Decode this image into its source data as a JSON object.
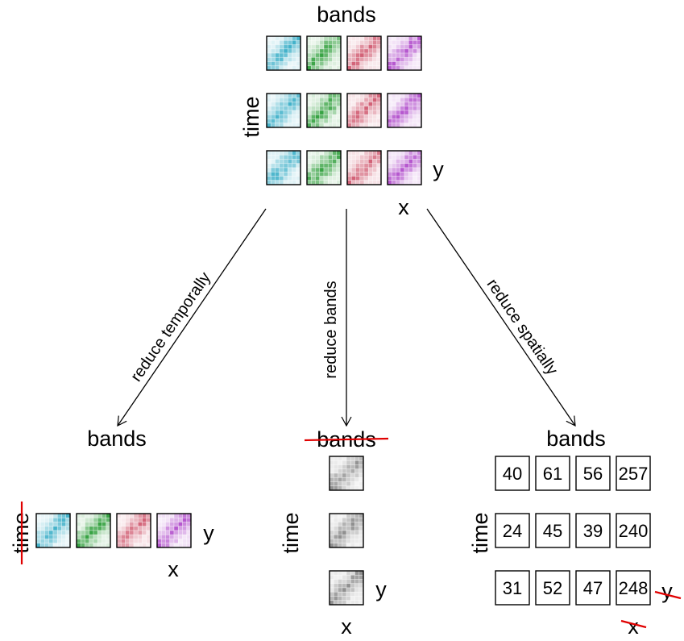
{
  "colors": {
    "blue": "#3aaec7",
    "green": "#2e9e3a",
    "red": "#d05a70",
    "purple": "#b24fcc",
    "gray": "#8a8a8a",
    "strike": "#e00000",
    "line": "#000000"
  },
  "top": {
    "title": "bands",
    "time_label": "time",
    "x_label": "x",
    "y_label": "y"
  },
  "arrows": {
    "temporal": "reduce temporally",
    "bands": "reduce bands",
    "spatial": "reduce spatially"
  },
  "left": {
    "title": "bands",
    "time_label": "time",
    "x_label": "x",
    "y_label": "y"
  },
  "middle": {
    "title": "bands",
    "time_label": "time",
    "x_label": "x",
    "y_label": "y"
  },
  "right": {
    "title": "bands",
    "time_label": "time",
    "x_label": "x",
    "y_label": "y",
    "values": [
      [
        "40",
        "61",
        "56",
        "257"
      ],
      [
        "24",
        "45",
        "39",
        "240"
      ],
      [
        "31",
        "52",
        "47",
        "248"
      ]
    ]
  }
}
